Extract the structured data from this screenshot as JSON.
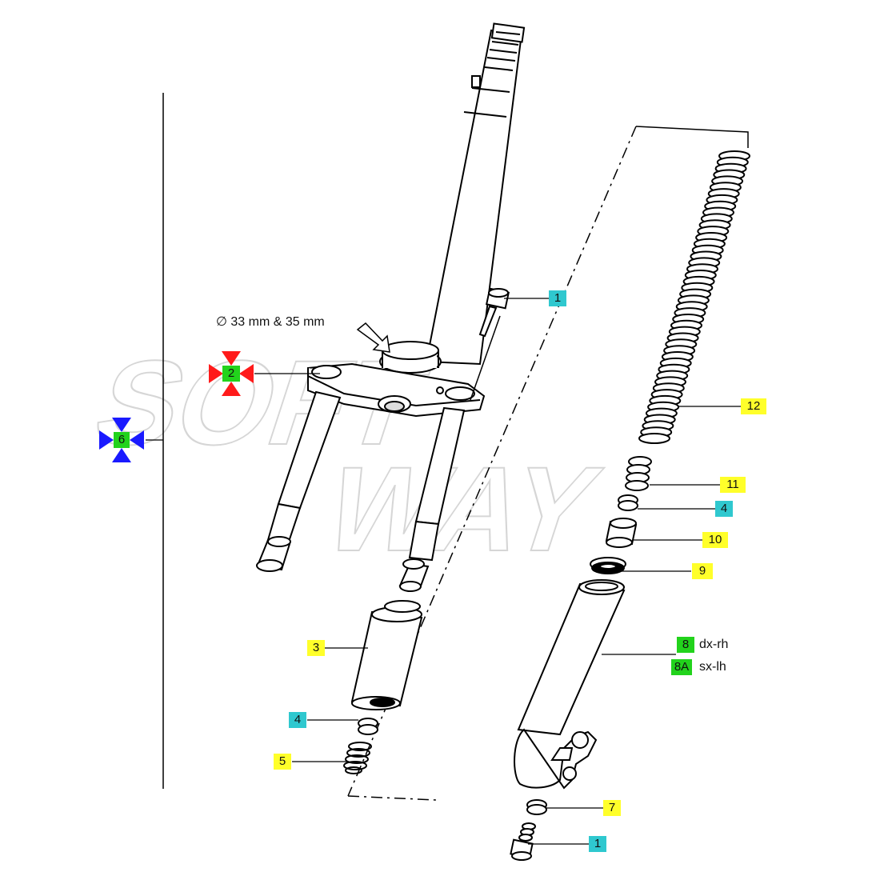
{
  "diagram": {
    "dimension_note": "∅ 33 mm & 35 mm",
    "watermark": [
      "SOFT",
      "WAY"
    ],
    "callouts": [
      {
        "id": "c1_top",
        "number": "1",
        "color": "#2fc8cf"
      },
      {
        "id": "c2",
        "number": "2",
        "color": "#22d31c"
      },
      {
        "id": "c3",
        "number": "3",
        "color": "#ffff2a"
      },
      {
        "id": "c4_left",
        "number": "4",
        "color": "#2fc8cf"
      },
      {
        "id": "c5",
        "number": "5",
        "color": "#ffff2a"
      },
      {
        "id": "c6",
        "number": "6",
        "color": "#22d31c"
      },
      {
        "id": "c7",
        "number": "7",
        "color": "#ffff2a"
      },
      {
        "id": "c8",
        "number": "8",
        "color": "#22d31c",
        "text": "dx-rh"
      },
      {
        "id": "c8a",
        "number": "8A",
        "color": "#22d31c",
        "text": "sx-lh"
      },
      {
        "id": "c9",
        "number": "9",
        "color": "#ffff2a"
      },
      {
        "id": "c10",
        "number": "10",
        "color": "#ffff2a"
      },
      {
        "id": "c11",
        "number": "11",
        "color": "#ffff2a"
      },
      {
        "id": "c4_right",
        "number": "4",
        "color": "#2fc8cf"
      },
      {
        "id": "c12",
        "number": "12",
        "color": "#ffff2a"
      },
      {
        "id": "c1_bottom",
        "number": "1",
        "color": "#2fc8cf"
      }
    ],
    "marker_colors": {
      "callout_2": "#ff1a1a",
      "callout_6": "#1a1aff"
    }
  }
}
